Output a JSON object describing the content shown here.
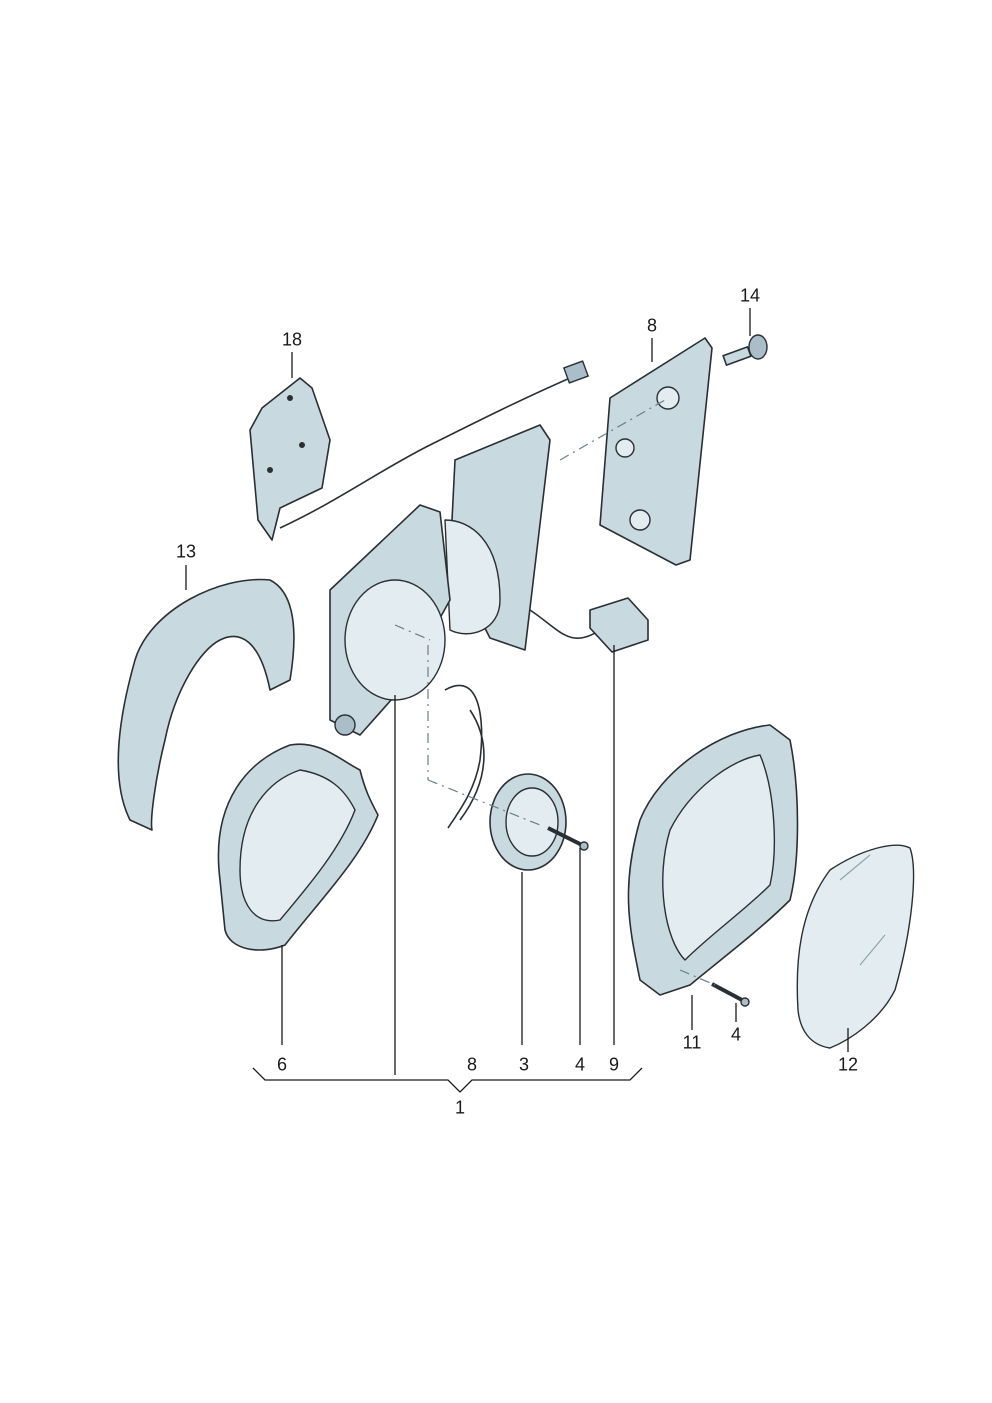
{
  "callouts": {
    "c1": "1",
    "c3": "3",
    "c4a": "4",
    "c4b": "4",
    "c6": "6",
    "c8a": "8",
    "c8b": "8",
    "c9": "9",
    "c11": "11",
    "c12": "12",
    "c13": "13",
    "c14": "14",
    "c18": "18"
  },
  "colors": {
    "part_fill": "#c9d9e0",
    "outline": "#2a2f33",
    "background": "#ffffff"
  }
}
